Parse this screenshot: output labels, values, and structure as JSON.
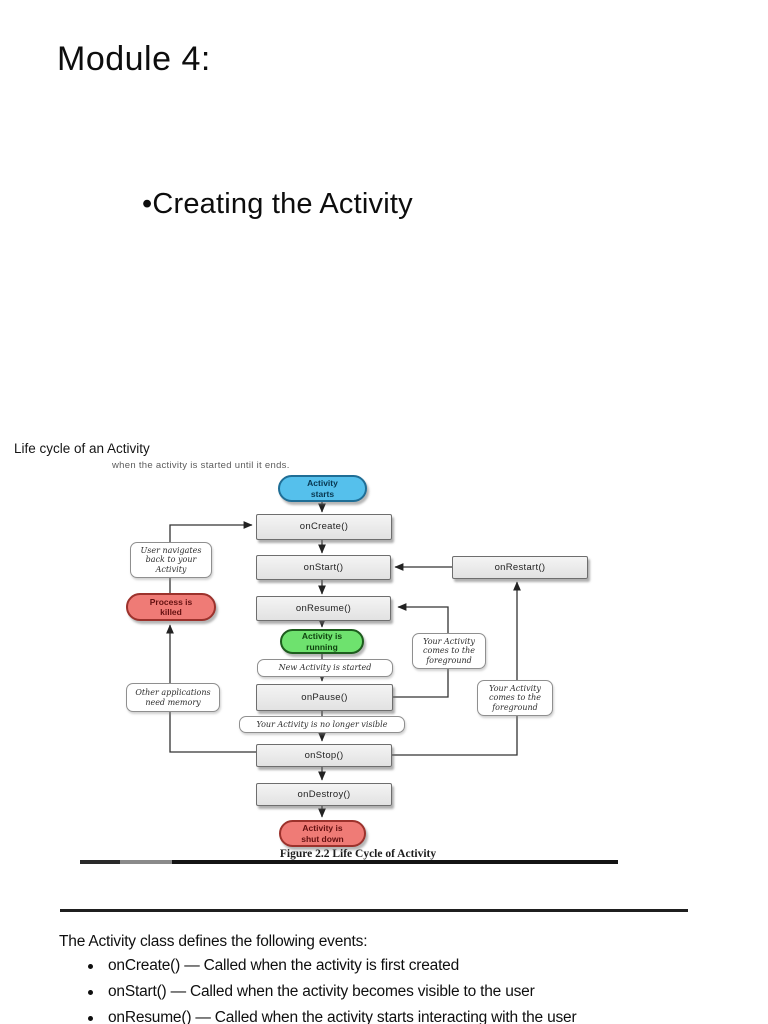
{
  "header": {
    "title": "Module 4:",
    "bullet_title": "•Creating the Activity"
  },
  "figure": {
    "section_label": "Life cycle of an Activity",
    "intro_text": "when the activity is started until it ends.",
    "caption": "Figure 2.2 Life Cycle of Activity",
    "nodes": {
      "activity_starts": "Activity\nstarts",
      "on_create": "onCreate()",
      "user_navigates": "User navigates\nback to your\nActivity",
      "on_start": "onStart()",
      "on_restart": "onRestart()",
      "process_killed": "Process is\nkilled",
      "on_resume": "onResume()",
      "activity_running": "Activity is\nrunning",
      "foreground_top": "Your Activity\ncomes to the\nforeground",
      "new_activity_started": "New Activity is started",
      "other_apps_memory": "Other applications\nneed memory",
      "on_pause": "onPause()",
      "foreground_right": "Your Activity\ncomes to the\nforeground",
      "no_longer_visible": "Your Activity is no longer visible",
      "on_stop": "onStop()",
      "on_destroy": "onDestroy()",
      "activity_shut_down": "Activity is\nshut down"
    }
  },
  "body": {
    "intro": "The Activity class defines the following events:",
    "bullets": [
      "onCreate() — Called when the activity is first created",
      "onStart() — Called when the activity becomes visible to the user",
      "onResume() — Called when the activity starts interacting with the user"
    ]
  },
  "colors": {
    "start_blue": "#55c0ec",
    "running_green": "#6ee26e",
    "killed_red": "#ef7b76",
    "box_gray": "#ebebeb",
    "line": "#333333"
  }
}
